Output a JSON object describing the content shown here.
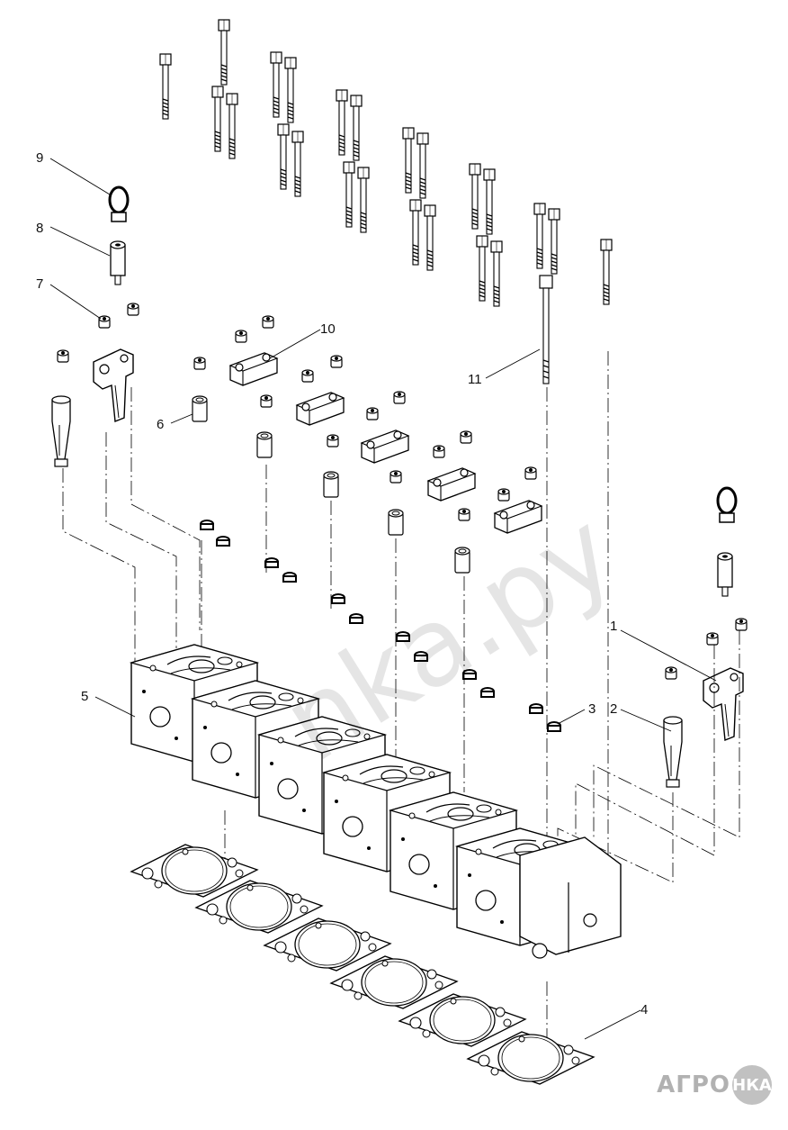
{
  "callouts": [
    {
      "num": "1"
    },
    {
      "num": "2"
    },
    {
      "num": "3"
    },
    {
      "num": "4"
    },
    {
      "num": "5"
    },
    {
      "num": "6"
    },
    {
      "num": "7"
    },
    {
      "num": "8"
    },
    {
      "num": "9"
    },
    {
      "num": "10"
    },
    {
      "num": "11"
    }
  ],
  "watermark": {
    "text": "nka.py"
  },
  "logo": {
    "left_text": "АГРО",
    "circle_text": "НКА"
  }
}
